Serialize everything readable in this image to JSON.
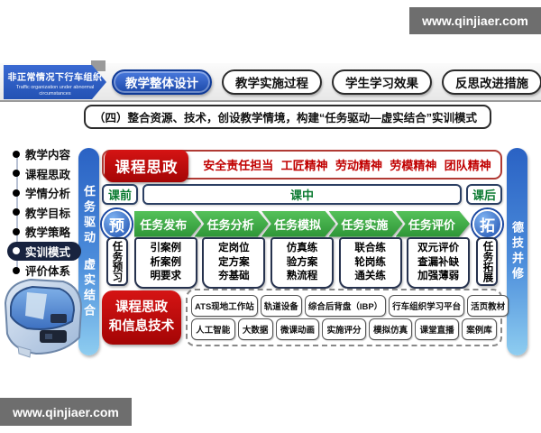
{
  "watermark": {
    "top": "www.qinjiaer.com",
    "bottom": "www.qinjiaer.com"
  },
  "banner": {
    "title": "非正常情况下行车组织",
    "subtitle": "Traffic organization under abnormal circumstances"
  },
  "tabs": [
    {
      "label": "教学整体设计",
      "active": true
    },
    {
      "label": "教学实施过程",
      "active": false
    },
    {
      "label": "学生学习效果",
      "active": false
    },
    {
      "label": "反思改进措施",
      "active": false
    }
  ],
  "section_title": "（四）整合资源、技术，创设教学情境，构建“任务驱动—虚实结合”实训模式",
  "sidebar": {
    "items": [
      {
        "label": "教学内容",
        "active": false
      },
      {
        "label": "课程思政",
        "active": false
      },
      {
        "label": "学情分析",
        "active": false
      },
      {
        "label": "教学目标",
        "active": false
      },
      {
        "label": "教学策略",
        "active": false
      },
      {
        "label": "实训模式",
        "active": true
      },
      {
        "label": "评价体系",
        "active": false
      }
    ]
  },
  "rails": {
    "left_top": "任务驱动",
    "left_bottom": "虚实结合",
    "right": "德技并修"
  },
  "ideology": {
    "badge": "课程思政",
    "items": [
      "安全责任担当",
      "工匠精神",
      "劳动精神",
      "劳模精神",
      "团队精神"
    ]
  },
  "phases": {
    "pre": "课前",
    "mid": "课中",
    "post": "课后"
  },
  "flow": {
    "start_circle": "预",
    "end_circle": "拓",
    "start_note": "任务预习",
    "end_note": "任务拓展",
    "steps": [
      {
        "label": "任务发布",
        "details": [
          "引案例",
          "析案例",
          "明要求"
        ]
      },
      {
        "label": "任务分析",
        "details": [
          "定岗位",
          "定方案",
          "夯基础"
        ]
      },
      {
        "label": "任务模拟",
        "details": [
          "仿真练",
          "验方案",
          "熟流程"
        ]
      },
      {
        "label": "任务实施",
        "details": [
          "联合练",
          "轮岗练",
          "通关练"
        ]
      },
      {
        "label": "任务评价",
        "details": [
          "双元评价",
          "查漏补缺",
          "加强薄弱"
        ]
      }
    ]
  },
  "tech": {
    "badge_line1": "课程思政",
    "badge_line2": "和信息技术",
    "row1": [
      "ATS现地工作站",
      "轨道设备",
      "综合后背盘（IBP）",
      "行车组织学习平台",
      "活页教材"
    ],
    "row2": [
      "人工智能",
      "大数据",
      "微课动画",
      "实施评分",
      "模拟仿真",
      "课堂直播",
      "案例库"
    ]
  },
  "colors": {
    "accent_blue": "#2457b8",
    "arrow_green": "#3aa744",
    "phase_green": "#0a7a30",
    "badge_red": "#c00808",
    "watermark_gray": "#6e6e6e"
  }
}
